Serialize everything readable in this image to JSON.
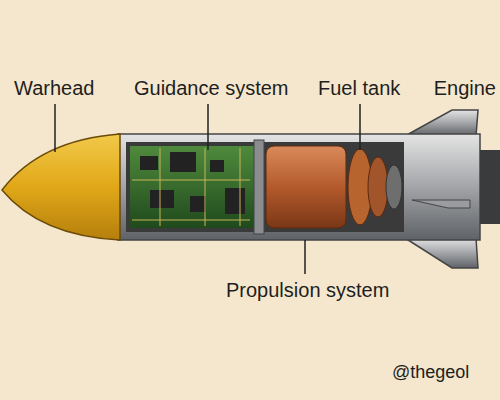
{
  "diagram": {
    "labels": [
      "Warhead",
      "Guidance system",
      "Fuel tank",
      "Engine",
      "Propulsion system",
      "@thegeol"
    ]
  }
}
